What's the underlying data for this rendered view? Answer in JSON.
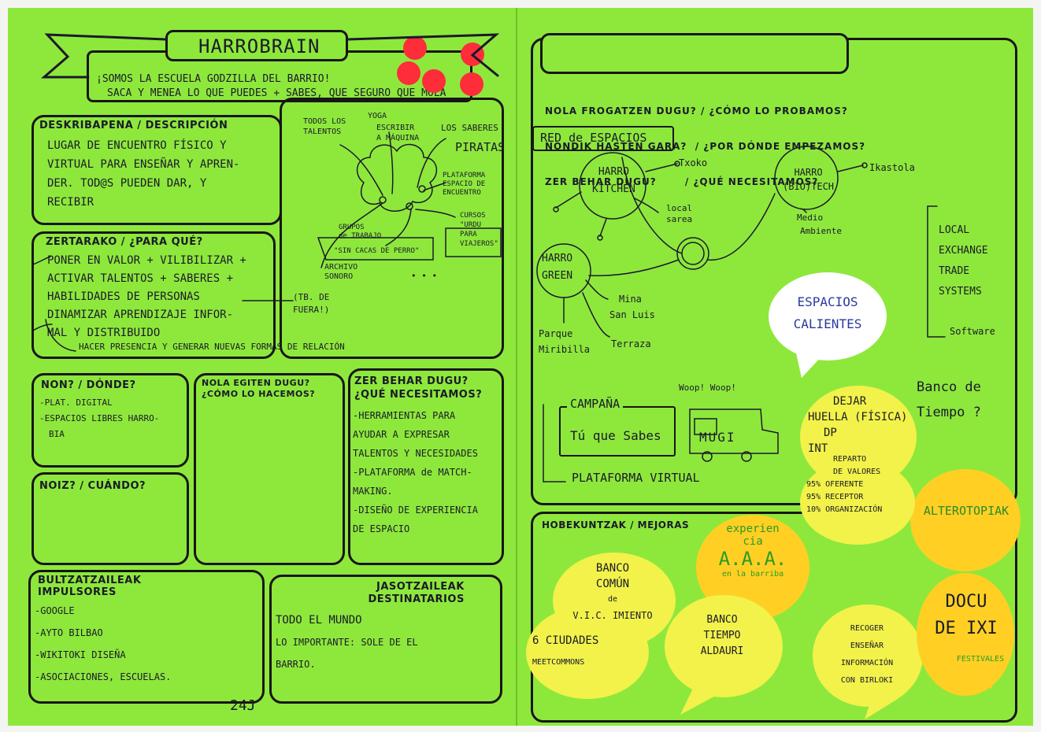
{
  "left": {
    "banner": "HARROBRAIN",
    "slogan": [
      "¡SOMOS LA ESCUELA GODZILLA DEL BARRIO!",
      "SACA Y MENEA LO QUE PUEDES + SABES, QUE SEGURO QUE MOLA"
    ],
    "descripcion": {
      "title": "DESKRIBAPENA / DESCRIPCIÓN",
      "lines": [
        "LUGAR DE ENCUENTRO FÍSICO Y",
        "VIRTUAL PARA ENSEÑAR Y APREN-",
        "DER. TOD@S PUEDEN DAR, Y",
        "RECIBIR"
      ]
    },
    "para_que": {
      "title": "ZERTARAKO / ¿PARA QUÉ?",
      "lines": [
        "PONER EN VALOR + VILIBILIZAR +",
        "ACTIVAR TALENTOS + SABERES +",
        "HABILIDADES DE PERSONAS",
        "DINAMIZAR APRENDIZAJE INFOR-",
        "MAL Y DISTRIBUIDO"
      ],
      "footer": "HACER PRESENCIA Y GENERAR NUEVAS FORMAS DE RELACIÓN"
    },
    "mindmap": {
      "todos": "TODOS LOS",
      "talentos": "TALENTOS",
      "yoga": "YOGA",
      "escribir": "ESCRIBIR",
      "maquina": "A MÁQUINA",
      "saberes": "LOS SABERES",
      "piratas": "PIRATAS",
      "plataforma": [
        "PLATAFORMA",
        "ESPACIO DE",
        "ENCUENTRO"
      ],
      "cursos": [
        "CURSOS",
        "\"URDU",
        "PARA",
        "VIAJEROS\""
      ],
      "grupos": [
        "GRUPOS",
        "de TRABAJO"
      ],
      "cacas": "\"SIN CACAS DE PERRO\"",
      "archivo": [
        "ARCHIVO",
        "SONORO"
      ],
      "ellipsis": "• • •",
      "fuera": [
        "(TB. DE",
        "FUERA!)"
      ]
    },
    "donde": {
      "title": "NON? / DÓNDE?",
      "lines": [
        "-PLAT. DIGITAL",
        "-ESPACIOS LIBRES HARRO-",
        "BIA"
      ]
    },
    "como": {
      "title": [
        "NOLA EGITEN DUGU?",
        "¿CÓMO LO HACEMOS?"
      ]
    },
    "necesitamos": {
      "title": [
        "ZER BEHAR DUGU?",
        "¿QUÉ NECESITAMOS?"
      ],
      "lines": [
        "-HERRAMIENTAS PARA",
        "AYUDAR A EXPRESAR",
        "TALENTOS Y NECESIDADES",
        "-PLATAFORMA de MATCH-",
        "MAKING.",
        "-DISEÑO DE EXPERIENCIA",
        "DE ESPACIO"
      ]
    },
    "cuando": {
      "title": "NOIZ? / CUÁNDO?"
    },
    "impulsores": {
      "title": [
        "BULTZATZAILEAK",
        "IMPULSORES"
      ],
      "lines": [
        "-GOOGLE",
        "-AYTO BILBAO",
        "-WIKITOKI DISEÑA",
        "-ASOCIACIONES, ESCUELAS."
      ]
    },
    "destinatarios": {
      "title": [
        "JASOTZAILEAK",
        "DESTINATARIOS"
      ],
      "lines": [
        "TODO EL MUNDO",
        "LO IMPORTANTE: SOLE DE EL",
        "BARRIO."
      ]
    },
    "page_label": "24J"
  },
  "right": {
    "questions": [
      "NOLA FROGATZEN DUGU? / ¿CÓMO LO PROBAMOS?",
      "NONDIK HASTEN GARA?  / ¿POR DÓNDE EMPEZAMOS?",
      "ZER BEHAR DUGU?       / ¿QUÉ NECESITAMOS?"
    ],
    "red": "RED de ESPACIOS",
    "nodes": {
      "kitchen": [
        "HARRO",
        "KITCHEN"
      ],
      "txoko": "Txoko",
      "local": [
        "local",
        "sarea"
      ],
      "biotech": [
        "HARRO",
        "(BIO)TECH"
      ],
      "ikastola": "Ikastola",
      "medio": [
        "Medio",
        "Ambiente"
      ],
      "green": [
        "HARRO",
        "GREEN"
      ],
      "mina": [
        "Mina",
        "San Luis"
      ],
      "parque": [
        "Parque",
        "Miribilla"
      ],
      "terraza": "Terraza"
    },
    "lets": [
      "LOCAL",
      "EXCHANGE",
      "TRADE",
      "SYSTEMS"
    ],
    "software": "Software",
    "banco": [
      "Banco de",
      "Tiempo ?"
    ],
    "campana": "CAMPAÑA",
    "tuque": "Tú que Sabes",
    "woop": "Woop! Woop!",
    "mugi": "MUGI",
    "plataforma_virtual": "PLATAFORMA VIRTUAL",
    "mejoras": "HOBEKUNTZAK / MEJORAS"
  },
  "notes": {
    "espacios": [
      "ESPACIOS",
      "CALIENTES"
    ],
    "dejar": [
      "DEJAR",
      "HUELLA (FÍSICA)",
      "DP",
      "INT"
    ],
    "reparto": [
      "REPARTO",
      "DE VALORES",
      "95% OFERENTE",
      "95% RECEPTOR",
      "10% ORGANIZACIÓN"
    ],
    "alterotopiak": "ALTEROTOPIAK",
    "experiencia": [
      "experien",
      "cia",
      "A.A.A.",
      "en la barriba"
    ],
    "banco_comun": [
      "BANCO",
      "COMÚN",
      "de",
      "V.I.C.  IMIENTO"
    ],
    "ciudades": [
      "6 CIUDADES",
      "MEETCOMMONS"
    ],
    "banco_tiempo": [
      "BANCO",
      "TIEMPO",
      "ALDAURI"
    ],
    "recoger": [
      "RECOGER",
      "ENSEÑAR",
      "INFORMACIÓN",
      "CON BIRLOKI"
    ],
    "docu": [
      "DOCU",
      "DE IXI"
    ],
    "docu_green": "FESTIVALES"
  },
  "colors": {
    "paper": "#8ee83c",
    "ink": "#161616",
    "dot": "#ff2c3a",
    "note_yellow": "#f2f24a",
    "note_gold": "#ffd023"
  }
}
